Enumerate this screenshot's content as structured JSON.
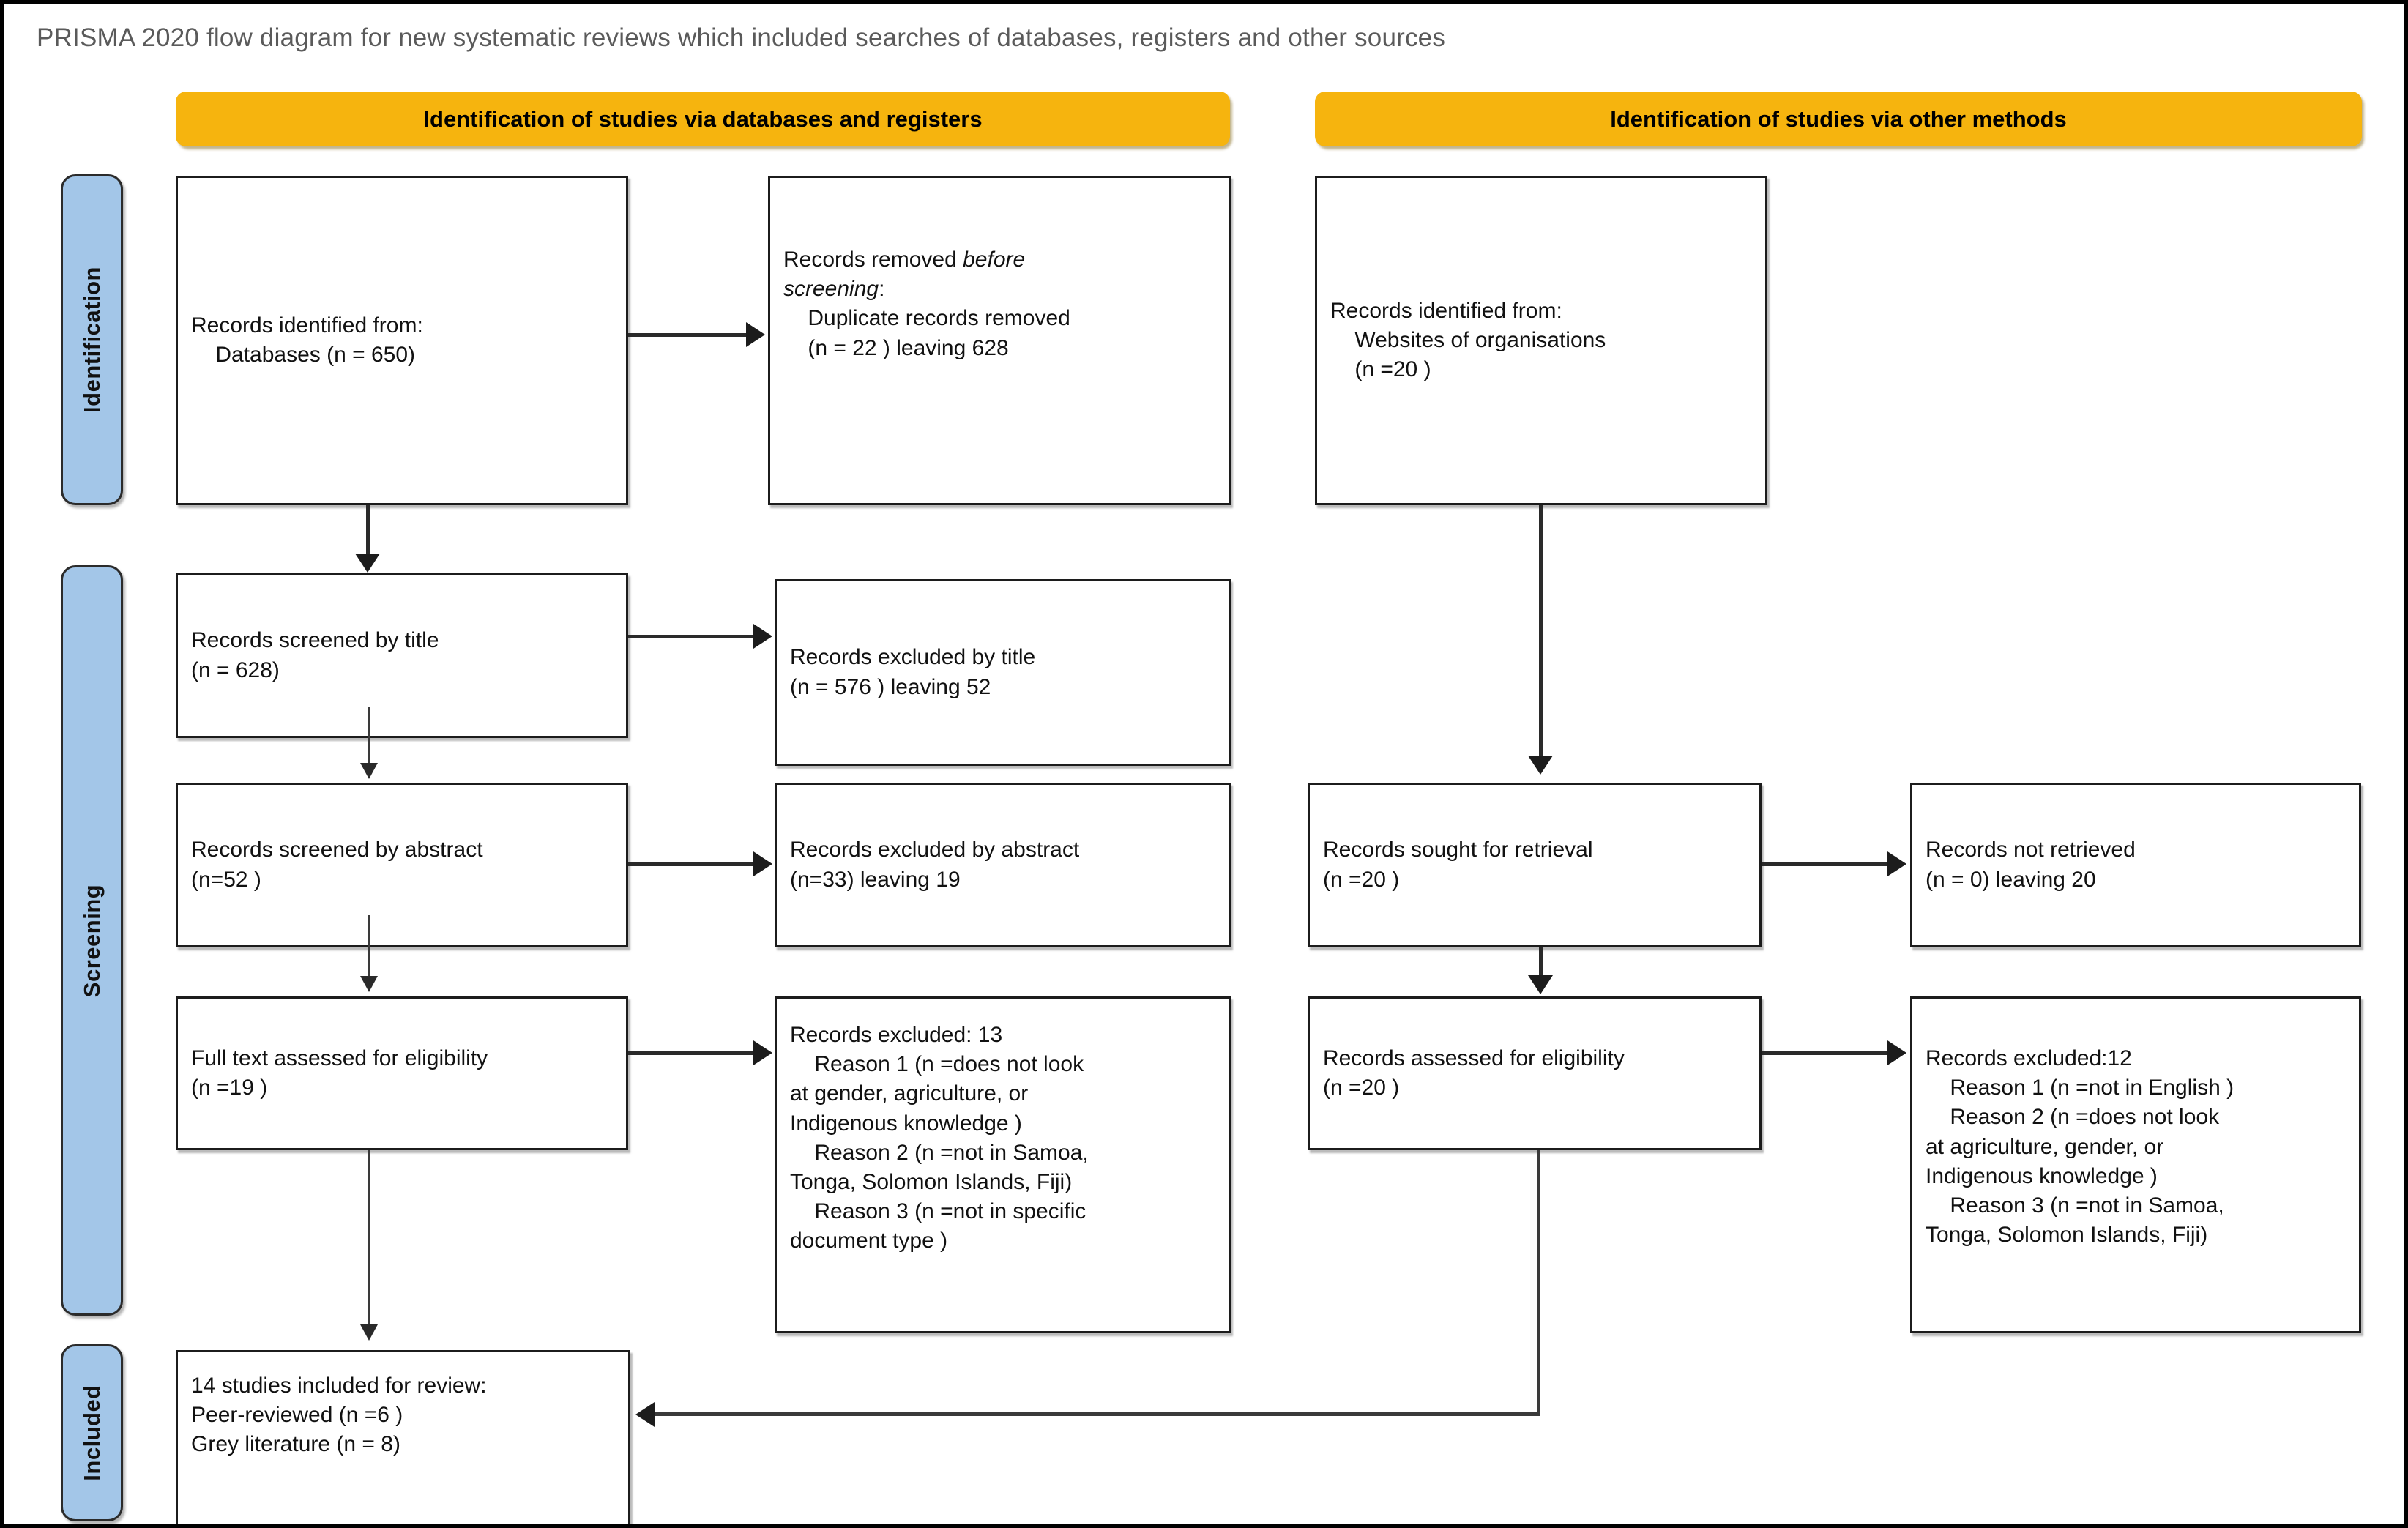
{
  "title": "PRISMA 2020 flow diagram for new systematic reviews which included searches of databases, registers and other sources",
  "colors": {
    "banner": "#F6B40E",
    "stage_pill": "#A3C6E8",
    "box_border": "#1C1C1C",
    "title_text": "#5A5A5A"
  },
  "banners": [
    {
      "id": "databases",
      "label": "Identification of studies via databases and registers"
    },
    {
      "id": "other",
      "label": "Identification of studies via other methods"
    }
  ],
  "stages": [
    {
      "id": "identification",
      "label": "Identification"
    },
    {
      "id": "screening",
      "label": "Screening"
    },
    {
      "id": "included",
      "label": "Included"
    }
  ],
  "boxes": {
    "records_identified_db": {
      "line1": "Records identified from:",
      "line2": "    Databases (n = 650)"
    },
    "records_removed_before_screening": {
      "line1_a": "Records removed ",
      "line1_b": "before",
      "line2_a": "screening",
      "line2_b": ":",
      "line3": "    Duplicate records removed",
      "line4": "    (n = 22 ) leaving 628"
    },
    "records_identified_other": {
      "line1": "Records identified from:",
      "line2": "    Websites of organisations",
      "line3": "    (n =20 )"
    },
    "records_screened_title": {
      "line1": "Records screened by title",
      "line2": "(n = 628)"
    },
    "records_excluded_title": {
      "line1": "Records excluded by title",
      "line2": "(n = 576 ) leaving 52"
    },
    "records_screened_abstract": {
      "line1": "Records screened by abstract",
      "line2": "(n=52 )"
    },
    "records_excluded_abstract": {
      "line1": "Records excluded by abstract",
      "line2": "(n=33) leaving 19"
    },
    "full_text_assessed": {
      "line1": "Full text assessed for eligibility",
      "line2": "(n =19 )"
    },
    "records_excluded_fulltext": {
      "line1": "Records excluded: 13",
      "line2": "    Reason 1 (n =does not look",
      "line3": "at gender, agriculture, or",
      "line4": "Indigenous knowledge )",
      "line5": "    Reason 2 (n =not in Samoa,",
      "line6": "Tonga, Solomon Islands, Fiji)",
      "line7": "    Reason 3 (n =not in specific",
      "line8": "document type )"
    },
    "records_sought_retrieval": {
      "line1": "Records sought for retrieval",
      "line2": "(n =20 )"
    },
    "records_not_retrieved": {
      "line1": "Records not retrieved",
      "line2": "(n = 0) leaving 20"
    },
    "records_assessed_eligibility": {
      "line1": "Records assessed for eligibility",
      "line2": "(n =20 )"
    },
    "records_excluded_other": {
      "line1": "Records excluded:12",
      "line2": "    Reason 1 (n =not in English )",
      "line3": "    Reason 2 (n =does not look",
      "line4": "at agriculture, gender, or",
      "line5": "Indigenous knowledge )",
      "line6": "    Reason 3 (n =not in Samoa,",
      "line7": "Tonga, Solomon Islands, Fiji)"
    },
    "studies_included": {
      "line1": "14 studies included for review:",
      "line2": "Peer-reviewed (n =6 )",
      "line3": "Grey literature (n = 8)"
    }
  },
  "chart_data": {
    "type": "diagram",
    "diagram_kind": "PRISMA 2020 flow diagram",
    "counts": {
      "records_identified_databases": 650,
      "duplicate_records_removed": 22,
      "records_after_duplicates": 628,
      "records_screened_by_title": 628,
      "records_excluded_by_title": 576,
      "remaining_after_title": 52,
      "records_screened_by_abstract": 52,
      "records_excluded_by_abstract": 33,
      "remaining_after_abstract": 19,
      "full_text_assessed": 19,
      "full_text_records_excluded": 13,
      "records_identified_websites": 20,
      "records_sought_for_retrieval": 20,
      "records_not_retrieved": 0,
      "remaining_after_retrieval": 20,
      "records_assessed_for_eligibility": 20,
      "other_records_excluded": 12,
      "studies_included_total": 14,
      "peer_reviewed_included": 6,
      "grey_literature_included": 8
    }
  }
}
